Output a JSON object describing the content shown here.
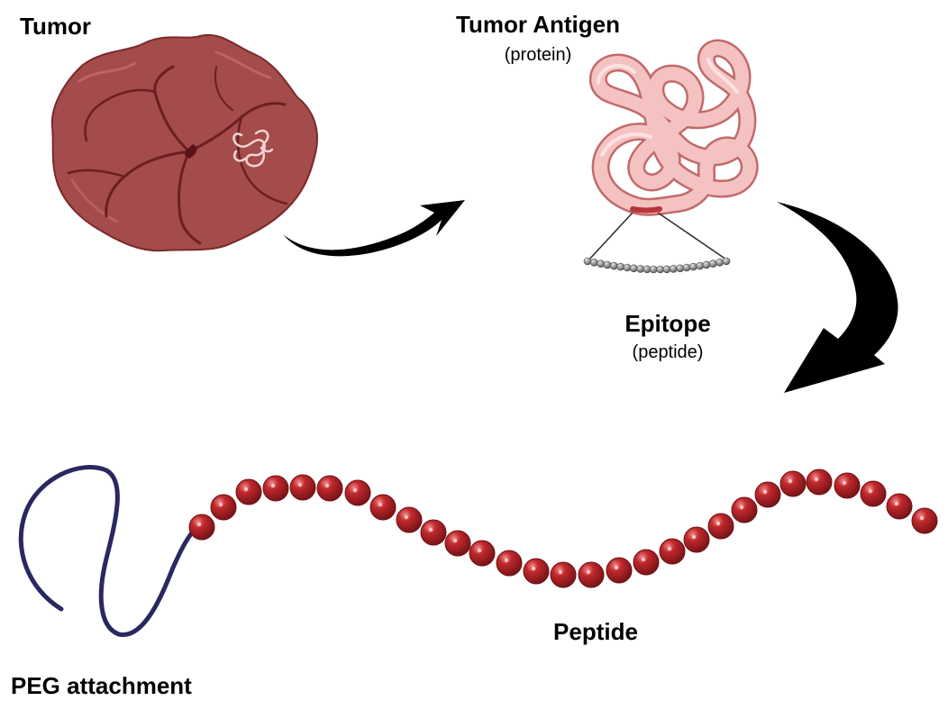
{
  "labels": {
    "tumor": "Tumor",
    "tumor_antigen": "Tumor Antigen",
    "tumor_antigen_sub": "(protein)",
    "epitope": "Epitope",
    "epitope_sub": "(peptide)",
    "peptide": "Peptide",
    "peg": "PEG attachment"
  },
  "colors": {
    "tumor_fill": "#a44b4b",
    "tumor_dark": "#6b1f22",
    "antigen_fill": "#f5c2c2",
    "antigen_outline": "#c26a6a",
    "epitope_bead": "#8a8a8a",
    "peptide_bead": "#c0282c",
    "peg_strand": "#2a2860",
    "arrow": "#000000"
  },
  "icons": {
    "tumor": "tumor-mass-icon",
    "antigen": "protein-coil-icon",
    "epitope": "bead-chain-icon",
    "peptide": "peptide-chain-icon",
    "peg": "polymer-strand-icon"
  }
}
